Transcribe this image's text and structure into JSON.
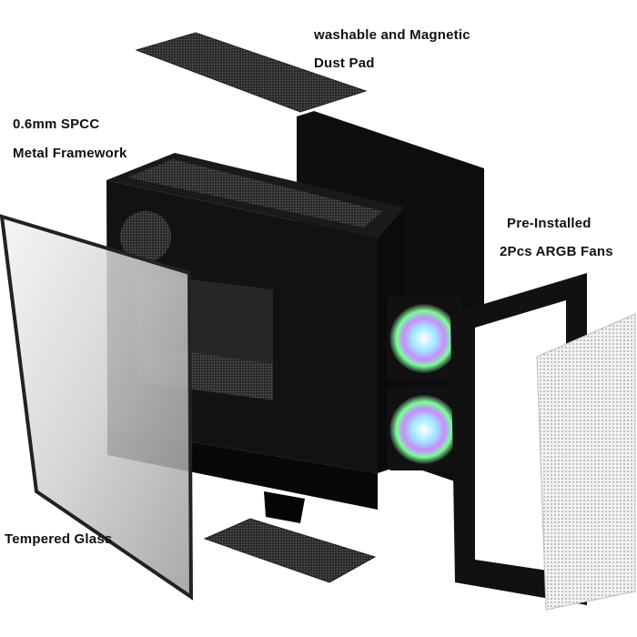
{
  "labels": {
    "dust_pad_line1": "washable and Magnetic",
    "dust_pad_line2": "Dust Pad",
    "framework_line1": "0.6mm SPCC",
    "framework_line2": "Metal Framework",
    "fans_line1": "Pre-Installed",
    "fans_line2": "2Pcs ARGB Fans",
    "glass": "Tempered Glass"
  },
  "colors": {
    "case_body": "#151515",
    "dust_pad": "#3a3a3a",
    "glass_tint": "#d9d9d9",
    "mesh_panel": "#e8e8e8"
  }
}
